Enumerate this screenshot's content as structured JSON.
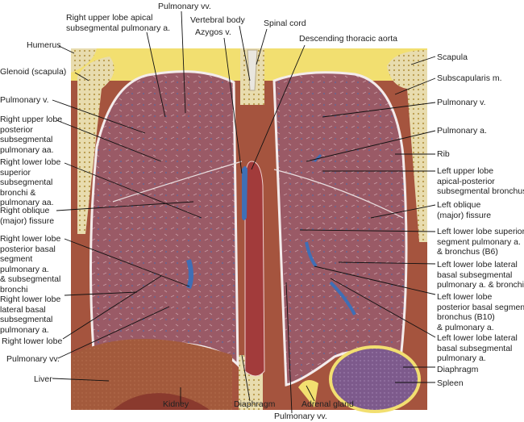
{
  "labels": {
    "pulmonary_vv_top": "Pulmonary vv.",
    "rul_apical": [
      "Right upper lobe apical",
      "subsegmental pulmonary a."
    ],
    "vertebral_body": "Vertebral body",
    "azygos": "Azygos v.",
    "spinal_cord": "Spinal cord",
    "desc_aorta": "Descending thoracic aorta",
    "humerus": "Humerus",
    "glenoid": "Glenoid (scapula)",
    "pulmonary_v_left": "Pulmonary v.",
    "rul_posterior": [
      "Right upper lobe",
      "posterior",
      "subsegmental",
      "pulmonary aa."
    ],
    "rll_superior": [
      "Right lower lobe",
      "superior",
      "subsegmental",
      "bronchi &",
      "pulmonary aa."
    ],
    "right_oblique": [
      "Right oblique",
      "(major) fissure"
    ],
    "rll_post_basal": [
      "Right lower lobe",
      "posterior basal",
      "segment",
      "pulmonary a.",
      "& subsegmental",
      "bronchi"
    ],
    "rll_lat_basal": [
      "Right lower lobe",
      "lateral basal",
      "subsegmental",
      "pulmonary a."
    ],
    "right_lower_lobe": "Right lower lobe",
    "pulmonary_vv_left": "Pulmonary vv.",
    "liver": "Liver",
    "kidney": "Kidney",
    "diaphragm_bottom": "Diaphragm",
    "adrenal": "Adrenal gland",
    "pulmonary_vv_bottom": "Pulmonary vv.",
    "scapula": "Scapula",
    "subscapularis": "Subscapularis m.",
    "pulmonary_v_right": "Pulmonary v.",
    "pulmonary_a_right": "Pulmonary a.",
    "rib": "Rib",
    "lul_apical_post": [
      "Left upper lobe",
      "apical-posterior",
      "subsegmental bronchus"
    ],
    "left_oblique": [
      "Left oblique",
      "(major) fissure"
    ],
    "lll_superior": [
      "Left lower lobe superior",
      "segment pulmonary a.",
      "& bronchus (B6)"
    ],
    "lll_lat_basal_1": [
      "Left lower lobe lateral",
      "basal subsegmental",
      "pulmonary a. & bronchi"
    ],
    "lll_post_basal": [
      "Left lower lobe",
      "posterior basal segment",
      "bronchus (B10)",
      "& pulmonary a."
    ],
    "lll_lat_basal_2": [
      "Left lower lobe lateral",
      "basal subsegmental",
      "pulmonary a."
    ],
    "diaphragm_right": "Diaphragm",
    "spleen": "Spleen"
  },
  "colors": {
    "lung": "#9a5a66",
    "muscle": "#a5543e",
    "bone": "#e8dcae",
    "fat": "#f2df70",
    "liver": "#a35a3c",
    "spleen": "#7d5a8c",
    "aorta": "#a23b3b",
    "vessel_blue": "#3f6fb6"
  }
}
